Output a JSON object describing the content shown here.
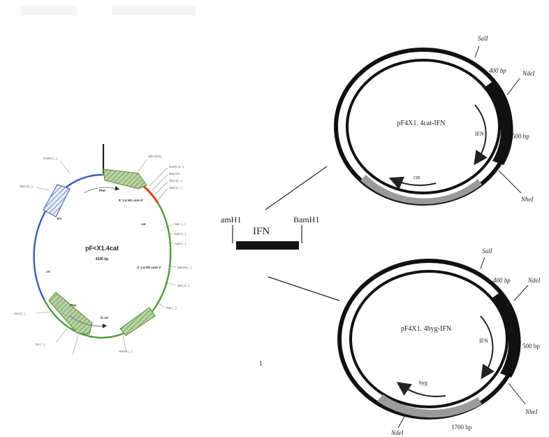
{
  "left_plasmid": {
    "name": "pF<X1.4cat",
    "size": "4336 bp",
    "tiny_labels": [
      "NdeI (511)",
      "EcoRI (4...)",
      "Bsp120 I",
      "XhoI (4...)",
      "XbaI (1...)",
      "Sal I (...)",
      "KpnI (...)",
      "ApaI (...)",
      "BamHI (...)",
      "NotI (1...)",
      "PstI (...)",
      "HindIII (...)",
      "EcoRV (...)",
      "NdeI (3...)",
      "Sal (3...)",
      "Cat (...)"
    ],
    "inner_labels": [
      "Ptet",
      "5' 1.4 HS core 5'",
      "cat",
      "3' 1.4 HS core 3'",
      "Kn",
      "ori",
      "f1 ori",
      "Ptac"
    ]
  },
  "insert": {
    "label": "IFN",
    "left_site": "amH1",
    "right_site": "BamH1"
  },
  "top_plasmid": {
    "name": "pF4X1. 4cat-IFN",
    "gene": "IFN",
    "marker": "cat",
    "site_top": "SalI",
    "site_right_top": "NdeI",
    "site_bottom": "NheI",
    "dist_top": "400  bp",
    "dist_right": "500  bp"
  },
  "bottom_plasmid": {
    "name": "pF4X1. 4hyg-IFN",
    "gene": "IFN",
    "marker": "hyg",
    "site_top": "SalI",
    "site_right_top": "NdeI",
    "site_right_bottom": "NheI",
    "site_bottom": "NdeI",
    "dist_top": "400  bp",
    "dist_right": "500 bp",
    "dist_bottom": "1700 bp"
  },
  "colors": {
    "backbone_blue": "#3a5bbf",
    "backbone_green": "#4e9a3a",
    "segment_red": "#e0401e",
    "gene_green": "#6a9f4a",
    "insert_black": "#111111",
    "marker_gray": "#9a9a9a"
  },
  "page_marks": {
    "stray_mark": "1"
  }
}
